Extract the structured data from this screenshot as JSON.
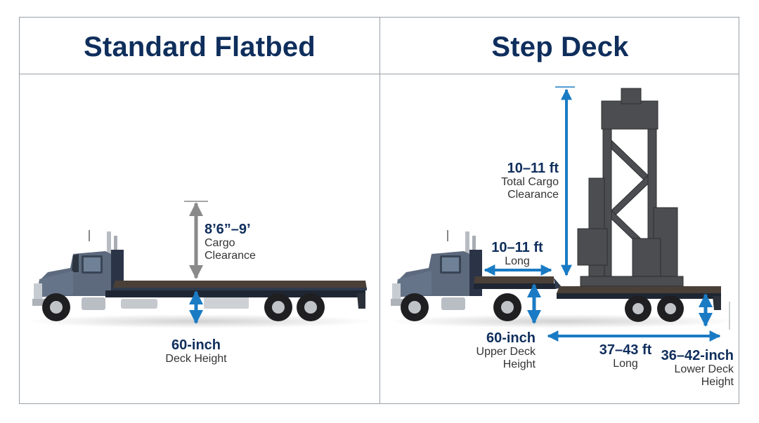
{
  "panels": {
    "left": {
      "title": "Standard Flatbed"
    },
    "right": {
      "title": "Step Deck"
    }
  },
  "annotations": {
    "flatbed_clearance": {
      "value": "8’6”–9’",
      "line1": "Cargo",
      "line2": "Clearance"
    },
    "flatbed_deck_height": {
      "value": "60-inch",
      "label": "Deck Height"
    },
    "stepdeck_total_clearance": {
      "value": "10–11 ft",
      "line1": "Total Cargo",
      "line2": "Clearance"
    },
    "stepdeck_upper_length": {
      "value": "10–11 ft",
      "label": "Long"
    },
    "stepdeck_upper_height": {
      "value": "60-inch",
      "line1": "Upper Deck",
      "line2": "Height"
    },
    "stepdeck_lower_length": {
      "value": "37–43 ft",
      "label": "Long"
    },
    "stepdeck_lower_height": {
      "value": "36–42-inch",
      "line1": "Lower Deck",
      "line2": "Height"
    }
  },
  "colors": {
    "title": "#0f2e5c",
    "dimension_arrow": "#1a7bc4",
    "clearance_arrow": "#8a8a8a",
    "truck_cab": "#5d6a7e",
    "deck": "#4a4038",
    "frame": "#1f2633",
    "cargo": "#4b4d50"
  }
}
